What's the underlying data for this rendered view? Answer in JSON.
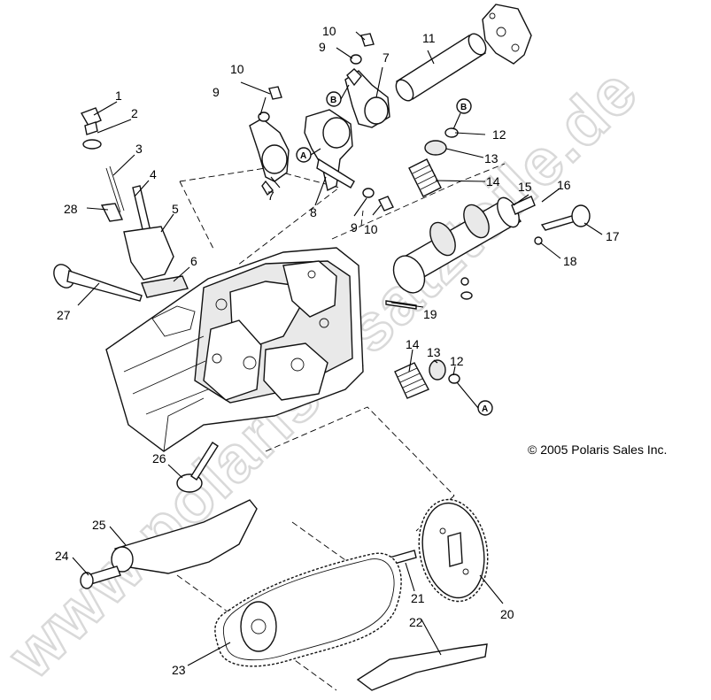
{
  "watermark": "www.polarisersatzteile.de",
  "copyright": "© 2005 Polaris Sales Inc.",
  "callouts": {
    "n1": "1",
    "n2": "2",
    "n3": "3",
    "n4": "4",
    "n5": "5",
    "n6": "6",
    "n7a": "7",
    "n7b": "7",
    "n8": "8",
    "n9a": "9",
    "n9b": "9",
    "n9c": "9",
    "n10a": "10",
    "n10b": "10",
    "n10c": "10",
    "n11": "11",
    "n12a": "12",
    "n12b": "12",
    "n13a": "13",
    "n13b": "13",
    "n14a": "14",
    "n14b": "14",
    "n15": "15",
    "n16": "16",
    "n17": "17",
    "n18": "18",
    "n19": "19",
    "n20": "20",
    "n21": "21",
    "n22": "22",
    "n23": "23",
    "n24": "24",
    "n25": "25",
    "n26": "26",
    "n27": "27",
    "n28": "28"
  },
  "markers": {
    "a1": "A",
    "a2": "A",
    "b1": "B",
    "b2": "B"
  }
}
